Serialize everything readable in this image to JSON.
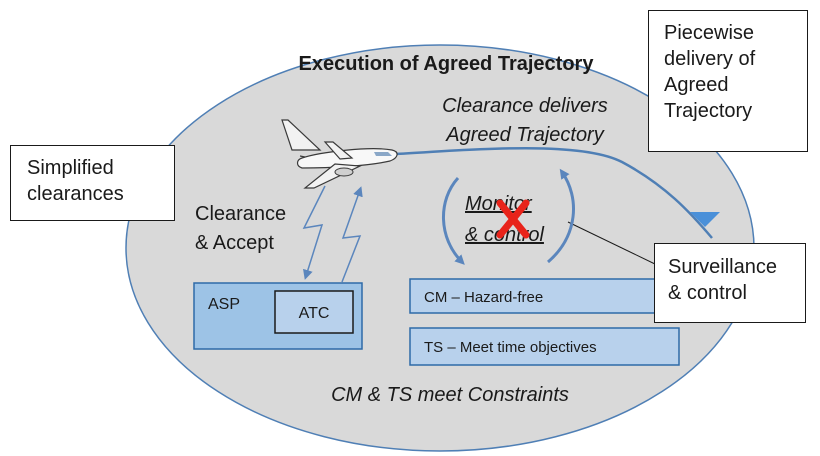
{
  "ellipse_title": "Execution of Agreed Trajectory",
  "clearance_delivers": [
    "Clearance delivers",
    "Agreed Trajectory"
  ],
  "clearance_accept": [
    "Clearance",
    "& Accept"
  ],
  "monitor_control": [
    "Monitor",
    "& control"
  ],
  "asp_label": "ASP",
  "atc_label": "ATC",
  "cm_box": "CM – Hazard-free",
  "ts_box": "TS – Meet time objectives",
  "constraints": "CM & TS meet Constraints",
  "callout_simplified": [
    "Simplified",
    "clearances"
  ],
  "callout_piecewise": [
    "Piecewise",
    "delivery of",
    "Agreed",
    "Trajectory"
  ],
  "callout_surveillance": [
    "Surveillance",
    "& control"
  ],
  "colors": {
    "ellipse_fill": "#d9d9d9",
    "ellipse_stroke": "#4f7fb5",
    "blue_box_fill": "#b8d1ec",
    "blue_box_stroke": "#2e6aa8",
    "trajectory": "#4f7fb5",
    "cross": "#e8231a",
    "triangle": "#4a90d9"
  }
}
